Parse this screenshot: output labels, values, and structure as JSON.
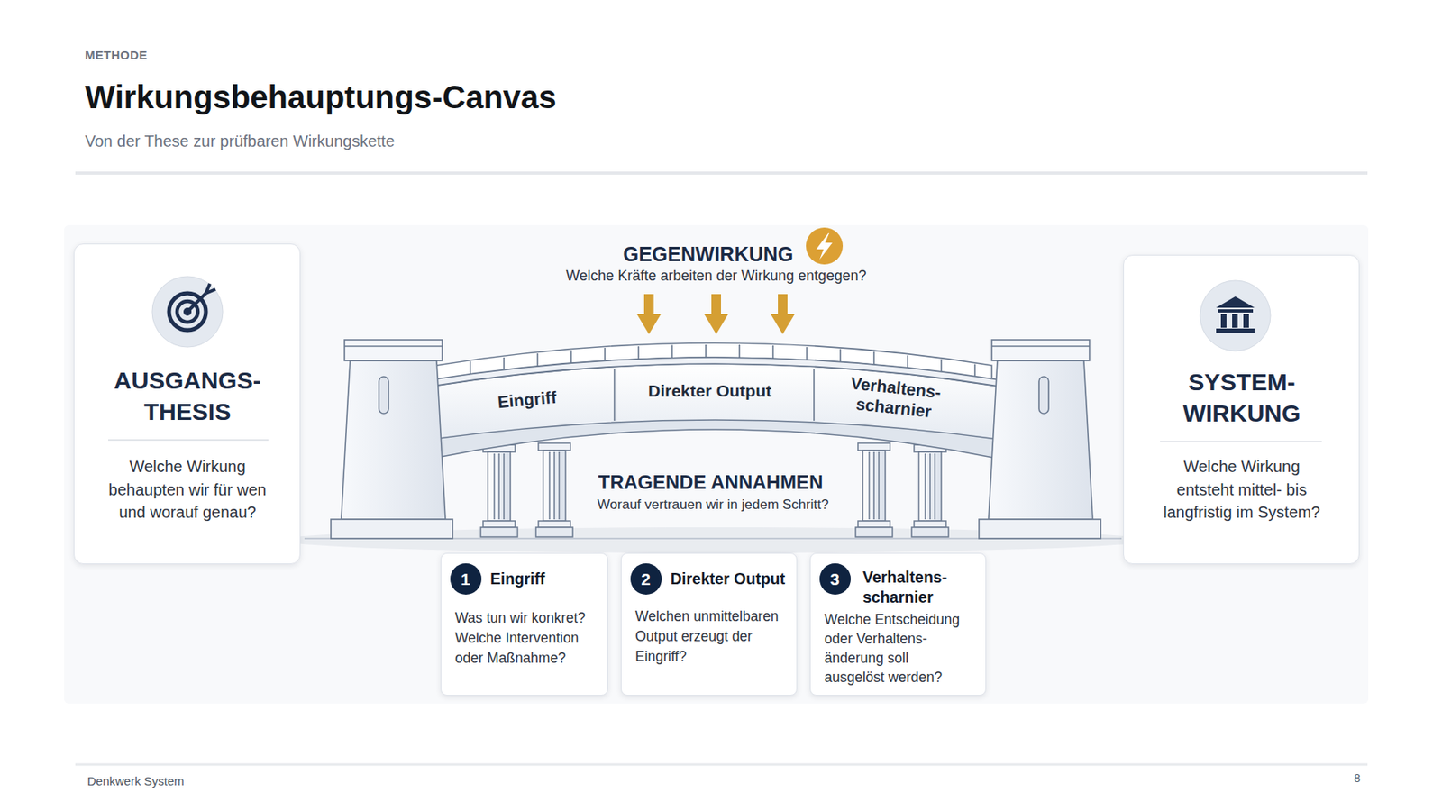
{
  "diagram": {
    "title": "Wirkungsbehauptungs-Canvas",
    "caption": "Von der These zur prüfbaren Wirkungskette",
    "nodes": [
      {
        "text": [
          "AUSGANGS- THESIS",
          "Welche Wirkung behaupten wir für wen und worauf genau?"
        ]
      },
      {
        "text": [
          "Eingriff"
        ]
      },
      {
        "text": [
          "Direkter Output"
        ]
      },
      {
        "text": [
          "Verhaltens- scharnier"
        ]
      },
      {
        "text": [
          "SYSTEM- WIRKUNG",
          "Welche Wirkung entsteht mittel- bis langfristig im System?"
        ]
      },
      {
        "text": [
          "Eingriff",
          "Was tun wir konkret? Welche Intervention oder Maßnahme?"
        ]
      },
      {
        "text": [
          "1"
        ],
        "in": 5
      },
      {
        "text": [
          "Direkter Output",
          "Welchen unmittelbaren Output erzeugt der Eingriff?"
        ]
      },
      {
        "text": [
          "2"
        ],
        "in": 7
      },
      {
        "text": [
          "Verhaltens- scharnier",
          "Welche Entscheidung oder Verhaltens- änderung soll ausgelöst werden?"
        ]
      },
      {
        "text": [
          "3"
        ],
        "in": 9
      }
    ],
    "labels": [
      "METHODE",
      "GEGENWIRKUNG",
      "Welche Kräfte arbeiten der Wirkung entgegen?",
      "TRAGENDE ANNAHMEN",
      "Worauf vertrauen wir in jedem Schritt?",
      "Denkwerk System",
      "8"
    ]
  }
}
